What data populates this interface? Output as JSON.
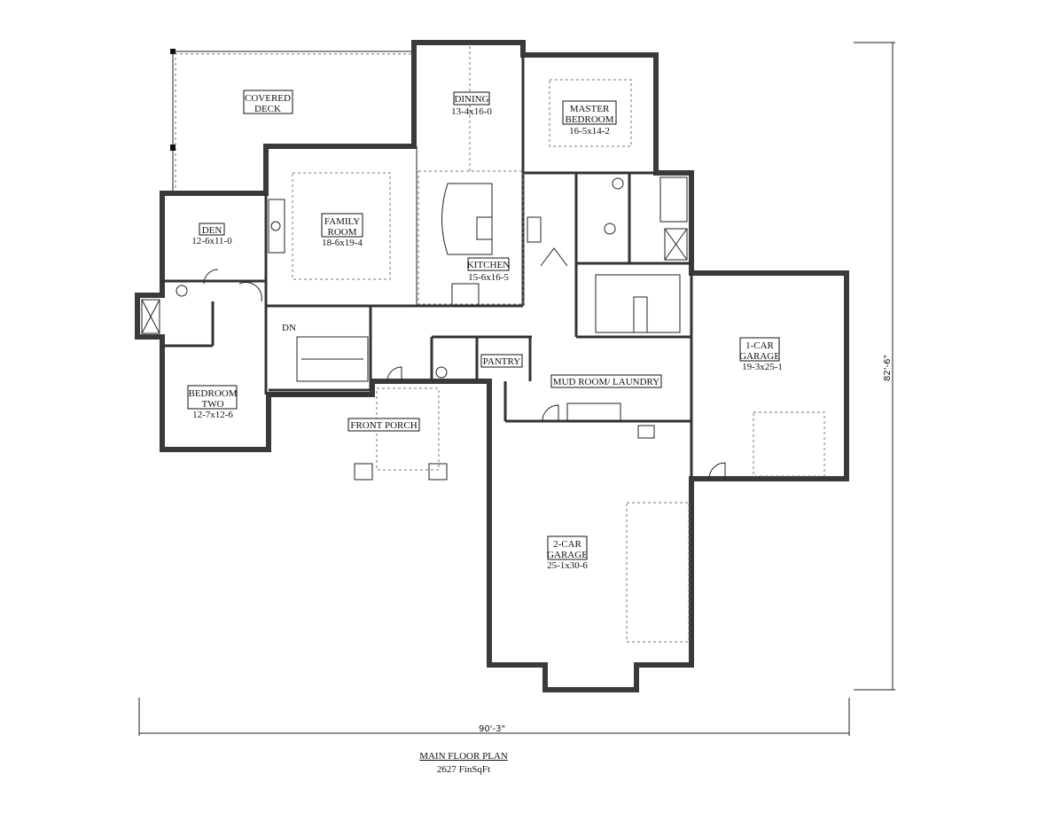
{
  "plan": {
    "title": "MAIN FLOOR PLAN",
    "area": "2627 FinSqFt",
    "width_dimension": "90'-3\"",
    "depth_dimension": "82'-6\""
  },
  "rooms": {
    "covered_deck": {
      "name1": "COVERED",
      "name2": "DECK"
    },
    "dining": {
      "name": "DINING",
      "size": "13-4x16-0"
    },
    "master_bedroom": {
      "name1": "MASTER",
      "name2": "BEDROOM",
      "size": "16-5x14-2"
    },
    "den": {
      "name": "DEN",
      "size": "12-6x11-0"
    },
    "family_room": {
      "name1": "FAMILY",
      "name2": "ROOM",
      "size": "18-6x19-4"
    },
    "kitchen": {
      "name": "KITCHEN",
      "size": "15-6x16-5"
    },
    "bedroom_two": {
      "name1": "BEDROOM",
      "name2": "TWO",
      "size": "12-7x12-6"
    },
    "stairs": {
      "label": "DN"
    },
    "pantry": {
      "name": "PANTRY"
    },
    "mud_room": {
      "name": "MUD ROOM/ LAUNDRY"
    },
    "front_porch": {
      "name": "FRONT PORCH"
    },
    "one_car_garage": {
      "name1": "1-CAR",
      "name2": "GARAGE",
      "size": "19-3x25-1"
    },
    "two_car_garage": {
      "name1": "2-CAR",
      "name2": "GARAGE",
      "size": "25-1x30-6"
    }
  }
}
